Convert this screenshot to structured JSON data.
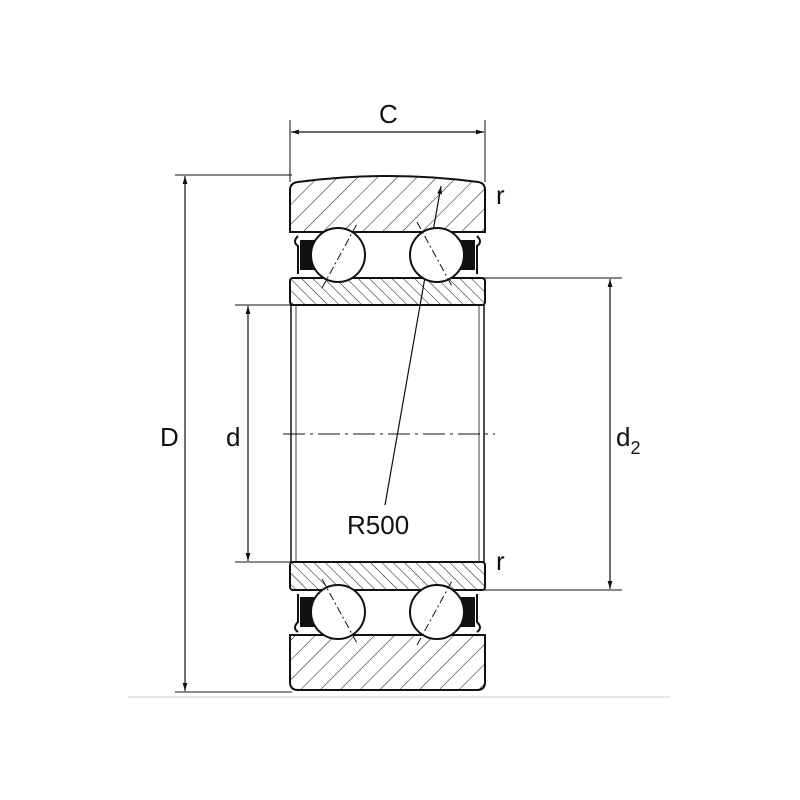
{
  "title": "Track roller bearing cross-section",
  "dimensions": {
    "width": "C",
    "outer_diameter": "D",
    "bore": "d",
    "raceway_diameter_main": "d",
    "raceway_diameter_sub": "2",
    "crown_radius": "R500",
    "chamfer_top": "r",
    "chamfer_bottom": "r"
  },
  "colors": {
    "line": "#111111",
    "baseline": "#cccccc"
  }
}
